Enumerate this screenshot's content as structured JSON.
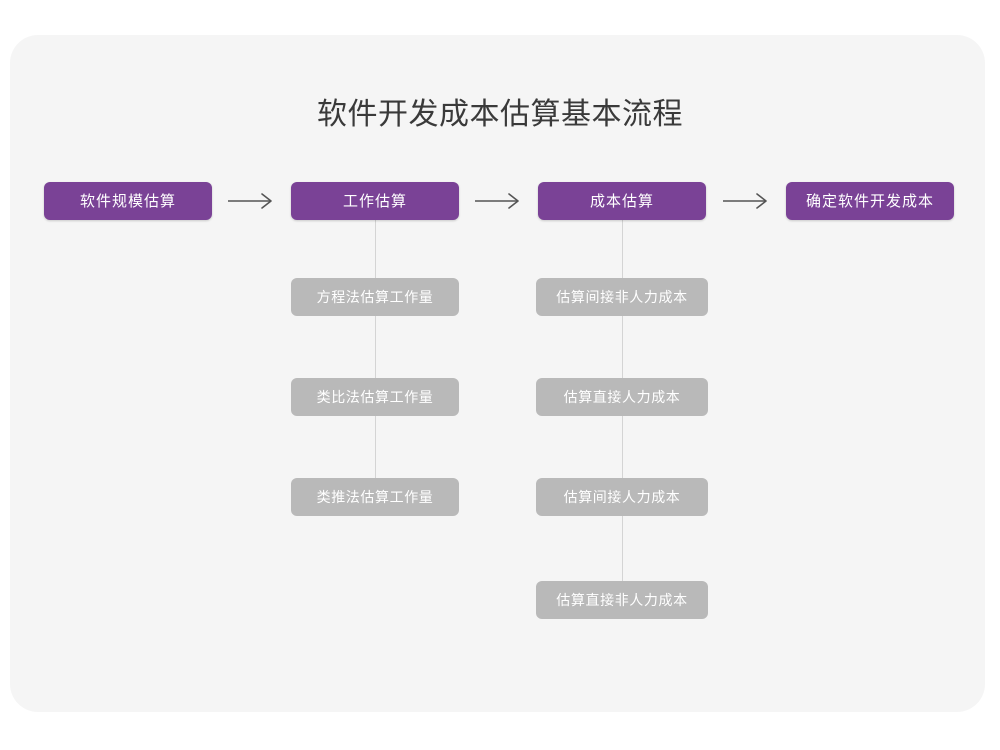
{
  "diagram": {
    "title": "软件开发成本估算基本流程",
    "colors": {
      "canvas": "#ffffff",
      "card": "#f5f5f5",
      "primary": "#7a4296",
      "secondary": "#b9b9b9",
      "title_text": "#3a3a3a",
      "node_text": "#ffffff",
      "connector": "#d4d4d4",
      "arrow": "#555555"
    },
    "main_flow": [
      {
        "label": "软件规模估算"
      },
      {
        "label": "工作估算"
      },
      {
        "label": "成本估算"
      },
      {
        "label": "确定软件开发成本"
      }
    ],
    "arrows": [
      {
        "name": "arrow-1",
        "glyph": "→"
      },
      {
        "name": "arrow-2",
        "glyph": "→"
      },
      {
        "name": "arrow-3",
        "glyph": "→"
      }
    ],
    "branch_work": {
      "parent": "工作估算",
      "items": [
        {
          "label": "方程法估算工作量"
        },
        {
          "label": "类比法估算工作量"
        },
        {
          "label": "类推法估算工作量"
        }
      ]
    },
    "branch_cost": {
      "parent": "成本估算",
      "items": [
        {
          "label": "估算间接非人力成本"
        },
        {
          "label": "估算直接人力成本"
        },
        {
          "label": "估算间接人力成本"
        },
        {
          "label": "估算直接非人力成本"
        }
      ]
    }
  }
}
